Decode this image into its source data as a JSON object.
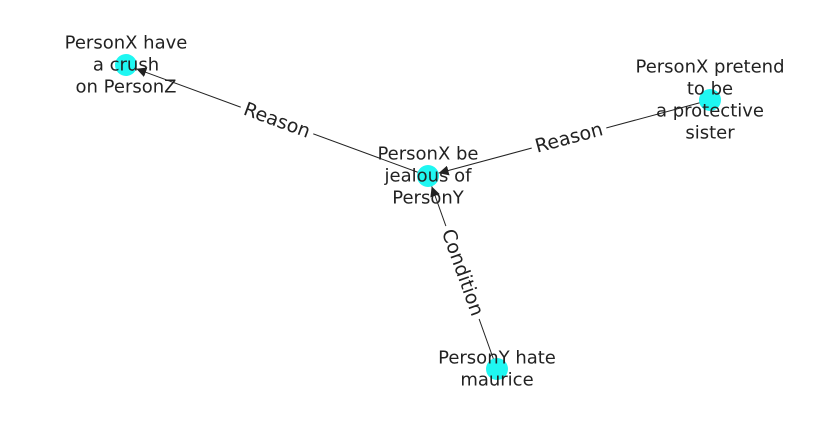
{
  "graph": {
    "node_color": "#1ff7f2",
    "edge_color": "#222222",
    "nodes": [
      {
        "id": "center",
        "label_lines": [
          "PersonX be",
          "jealous of",
          "PersonY"
        ]
      },
      {
        "id": "crush",
        "label_lines": [
          "PersonX have",
          "a crush",
          "on PersonZ"
        ]
      },
      {
        "id": "pretend",
        "label_lines": [
          "PersonX pretend",
          "to be",
          "a protective",
          "sister"
        ]
      },
      {
        "id": "hate",
        "label_lines": [
          "PersonY hate",
          "maurice"
        ]
      }
    ],
    "edges": [
      {
        "from": "center",
        "to": "crush",
        "label": "Reason"
      },
      {
        "from": "pretend",
        "to": "center",
        "label": "Reason"
      },
      {
        "from": "hate",
        "to": "center",
        "label": "Condition"
      }
    ]
  }
}
